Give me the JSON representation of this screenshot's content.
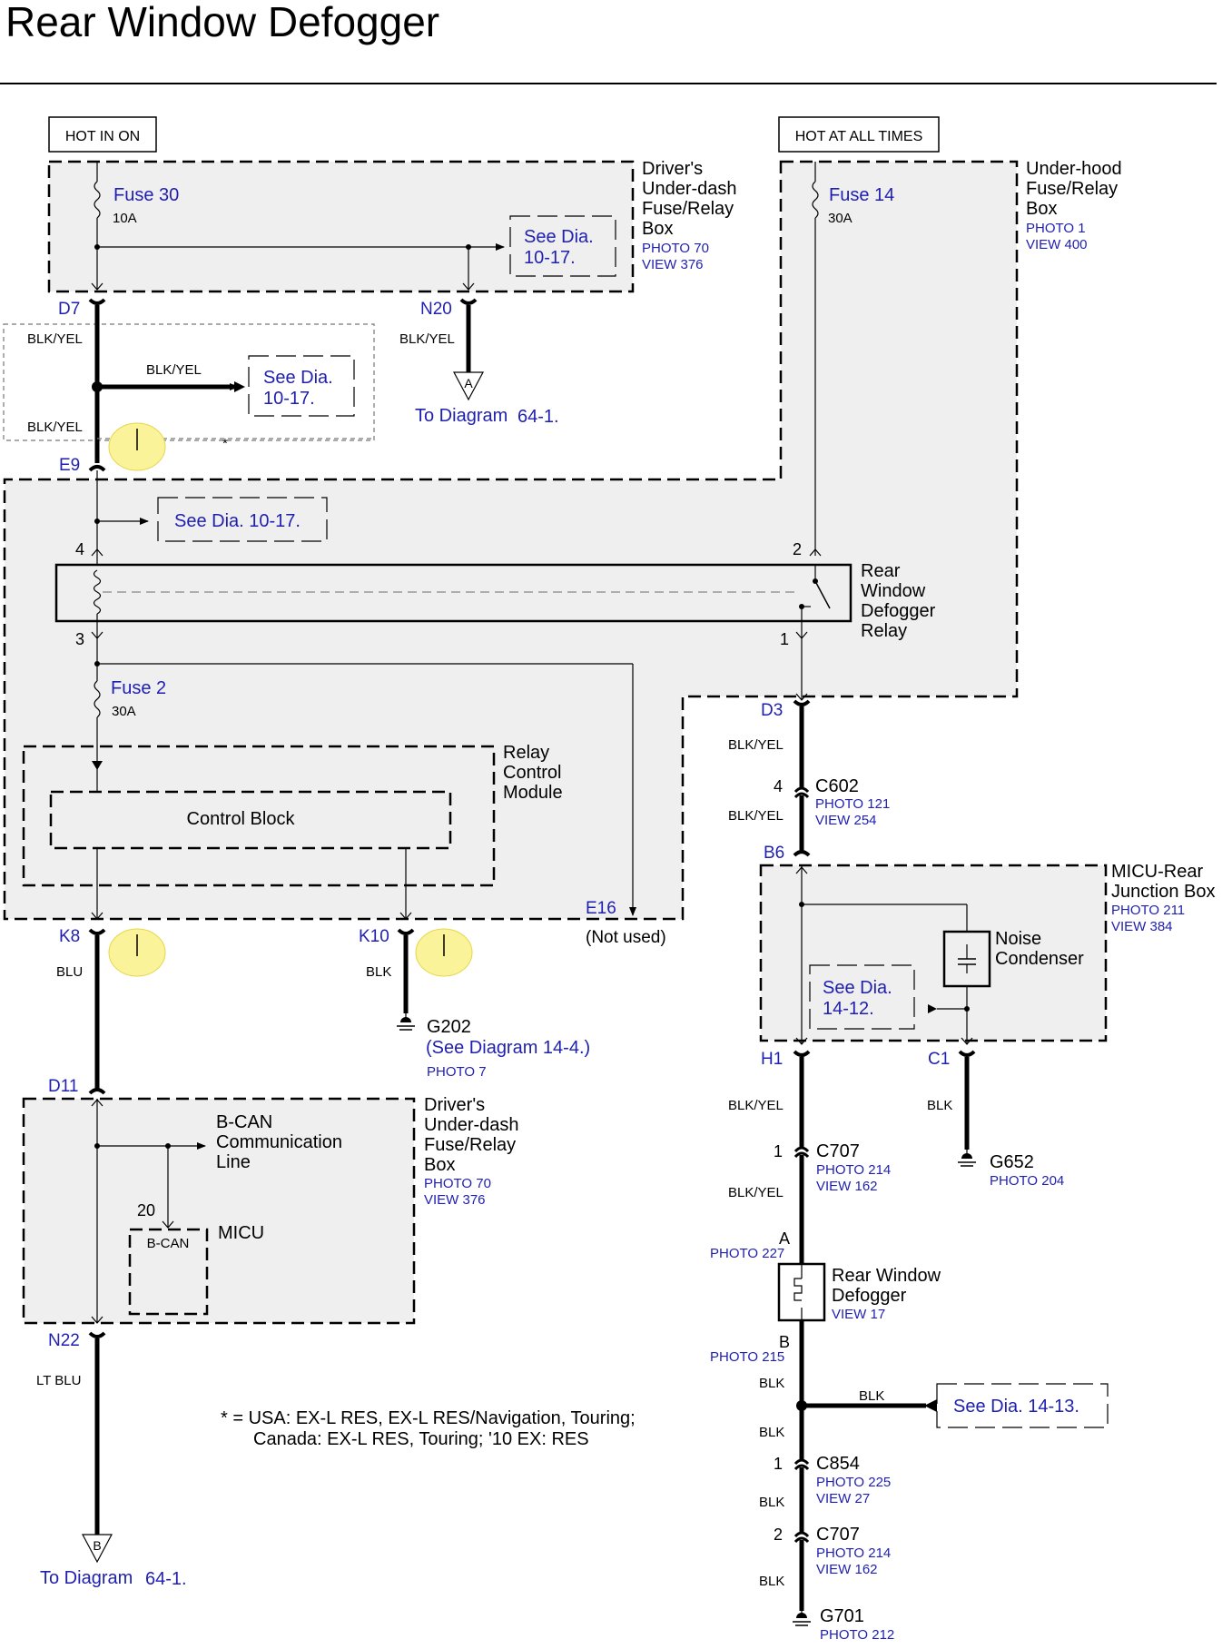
{
  "title": "Rear Window Defogger",
  "hot_in_on": "HOT IN ON",
  "hot_at_all_times": "HOT AT ALL TIMES",
  "fuse30": {
    "name": "Fuse 30",
    "rating": "10A"
  },
  "fuse14": {
    "name": "Fuse 14",
    "rating": "30A"
  },
  "fuse2": {
    "name": "Fuse 2",
    "rating": "30A"
  },
  "driver_box_top": {
    "l1": "Driver's",
    "l2": "Under-dash",
    "l3": "Fuse/Relay",
    "l4": "Box",
    "photo": "PHOTO 70",
    "view": "VIEW 376"
  },
  "underhood_box": {
    "l1": "Under-hood",
    "l2": "Fuse/Relay",
    "l3": "Box",
    "photo": "PHOTO 1",
    "view": "VIEW 400"
  },
  "see_10_17_a": {
    "l1": "See Dia.",
    "l2": "10-17."
  },
  "see_10_17_b": {
    "l1": "See Dia.",
    "l2": "10-17."
  },
  "see_10_17_c": "See Dia. 10-17.",
  "see_14_12": {
    "l1": "See Dia.",
    "l2": "14-12."
  },
  "see_14_13": "See Dia. 14-13.",
  "wire_blk_yel": "BLK/YEL",
  "wire_blu": "BLU",
  "wire_blk": "BLK",
  "wire_lt_blu": "LT BLU",
  "term": {
    "d7": "D7",
    "n20": "N20",
    "e9": "E9",
    "d3": "D3",
    "b6": "B6",
    "k8": "K8",
    "k10": "K10",
    "e16": "E16",
    "h1": "H1",
    "c1": "C1",
    "d11": "D11",
    "n22": "N22",
    "a": "A",
    "b": "B"
  },
  "pins": {
    "p4": "4",
    "p2": "2",
    "p3": "3",
    "p1": "1",
    "p20": "20",
    "c602_pin": "4",
    "c707a_pin": "1",
    "c854_pin": "1",
    "c707b_pin": "2"
  },
  "offpage_a": {
    "letter": "A",
    "to": "To Diagram",
    "num": "64-1."
  },
  "offpage_b": {
    "letter": "B",
    "to": "To Diagram",
    "num": "64-1."
  },
  "asterisk": "*",
  "relay": {
    "l1": "Rear",
    "l2": "Window",
    "l3": "Defogger",
    "l4": "Relay"
  },
  "rcm": {
    "l1": "Relay",
    "l2": "Control",
    "l3": "Module"
  },
  "control_block": "Control Block",
  "not_used": "(Not used)",
  "c602": {
    "name": "C602",
    "photo": "PHOTO 121",
    "view": "VIEW 254"
  },
  "micu_rear": {
    "l1": "MICU-Rear",
    "l2": "Junction Box",
    "photo": "PHOTO 211",
    "view": "VIEW 384"
  },
  "noise": {
    "l1": "Noise",
    "l2": "Condenser"
  },
  "g202": {
    "name": "G202",
    "see": "(See Diagram 14-4.)",
    "photo": "PHOTO 7"
  },
  "g652": {
    "name": "G652",
    "photo": "PHOTO 204"
  },
  "c707a": {
    "name": "C707",
    "photo": "PHOTO 214",
    "view": "VIEW 162"
  },
  "photo227": "PHOTO 227",
  "defogger": {
    "l1": "Rear Window",
    "l2": "Defogger",
    "view": "VIEW 17"
  },
  "photo215": "PHOTO 215",
  "c854": {
    "name": "C854",
    "photo": "PHOTO 225",
    "view": "VIEW 27"
  },
  "c707b": {
    "name": "C707",
    "photo": "PHOTO 214",
    "view": "VIEW 162"
  },
  "g701": {
    "name": "G701",
    "photo": "PHOTO 212"
  },
  "bcan_line": {
    "l1": "B-CAN",
    "l2": "Communication",
    "l3": "Line"
  },
  "driver_box_bottom": {
    "l1": "Driver's",
    "l2": "Under-dash",
    "l3": "Fuse/Relay",
    "l4": "Box",
    "photo": "PHOTO 70",
    "view": "VIEW 376"
  },
  "bcan": "B-CAN",
  "micu": "MICU",
  "footnote": {
    "l1": "* = USA: EX-L RES, EX-L RES/Navigation, Touring;",
    "l2": "Canada: EX-L RES, Touring; '10 EX: RES"
  },
  "colors": {
    "box_fill": "#efefef",
    "label_blue": "#1f1fb0",
    "highlight": "#fbf39a"
  }
}
